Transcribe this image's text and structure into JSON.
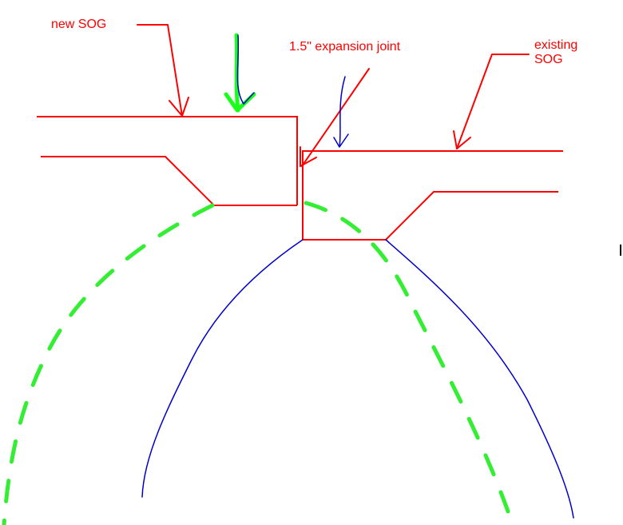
{
  "colors": {
    "outline": "#ff0000",
    "load_arrow": "#1aff1a",
    "dashed_arc": "#33ee33",
    "sketch_line": "#0000cc",
    "background": "#ffffff"
  },
  "labels": {
    "new_sog": "new SOG",
    "expansion_joint": "1.5\" expansion joint",
    "existing_sog_line1": "existing",
    "existing_sog_line2": "SOG"
  }
}
